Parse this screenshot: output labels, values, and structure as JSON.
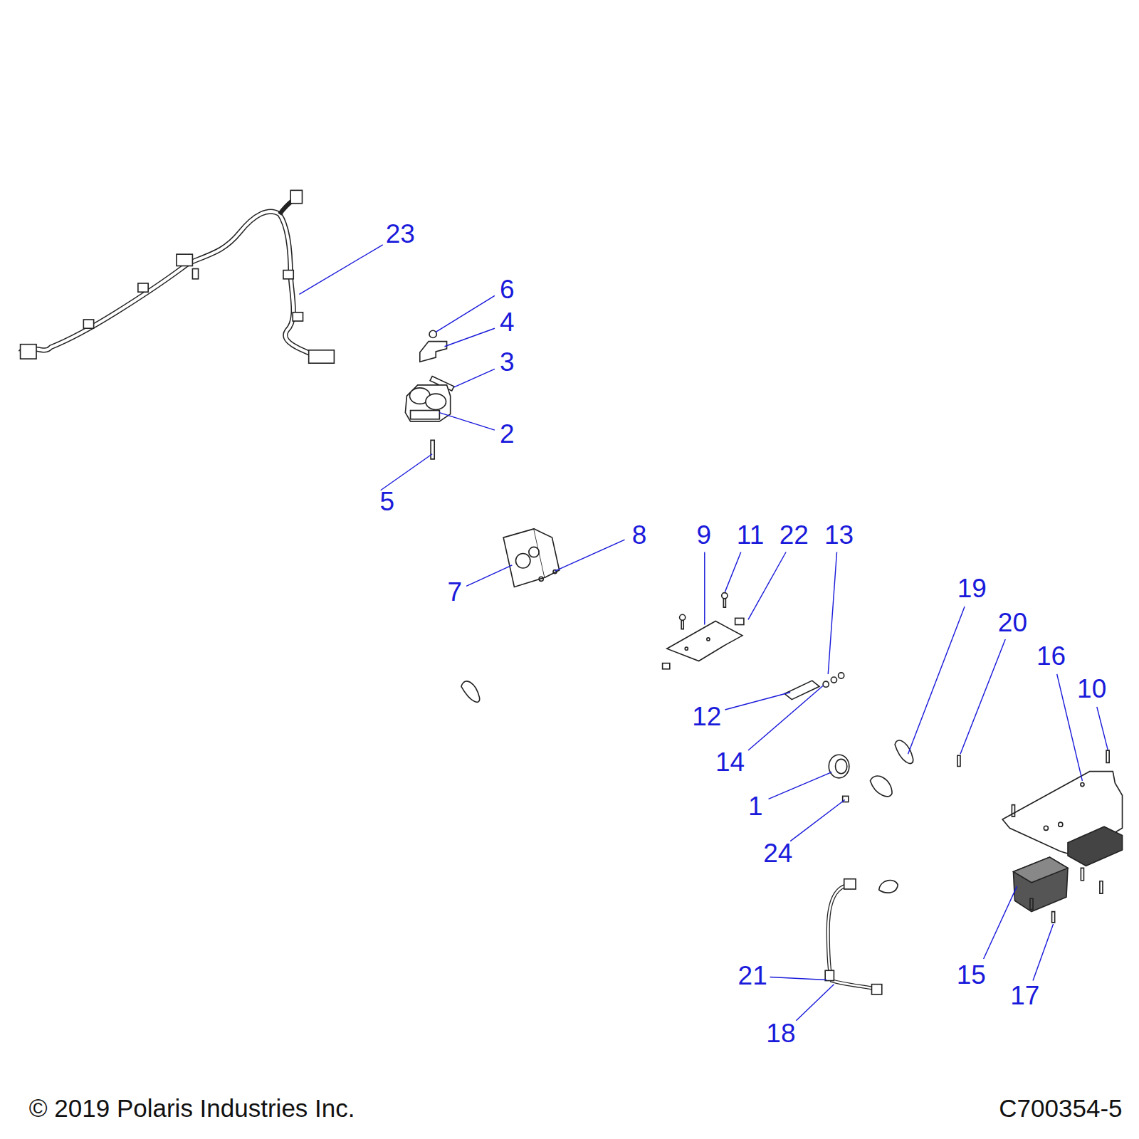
{
  "diagram": {
    "labels": [
      "23",
      "6",
      "4",
      "3",
      "2",
      "5",
      "8",
      "9",
      "11",
      "22",
      "13",
      "7",
      "19",
      "20",
      "16",
      "10",
      "12",
      "14",
      "1",
      "24",
      "15",
      "21",
      "17",
      "18",
      "© 2019 Polaris Industries Inc.",
      "C700354-5"
    ]
  }
}
